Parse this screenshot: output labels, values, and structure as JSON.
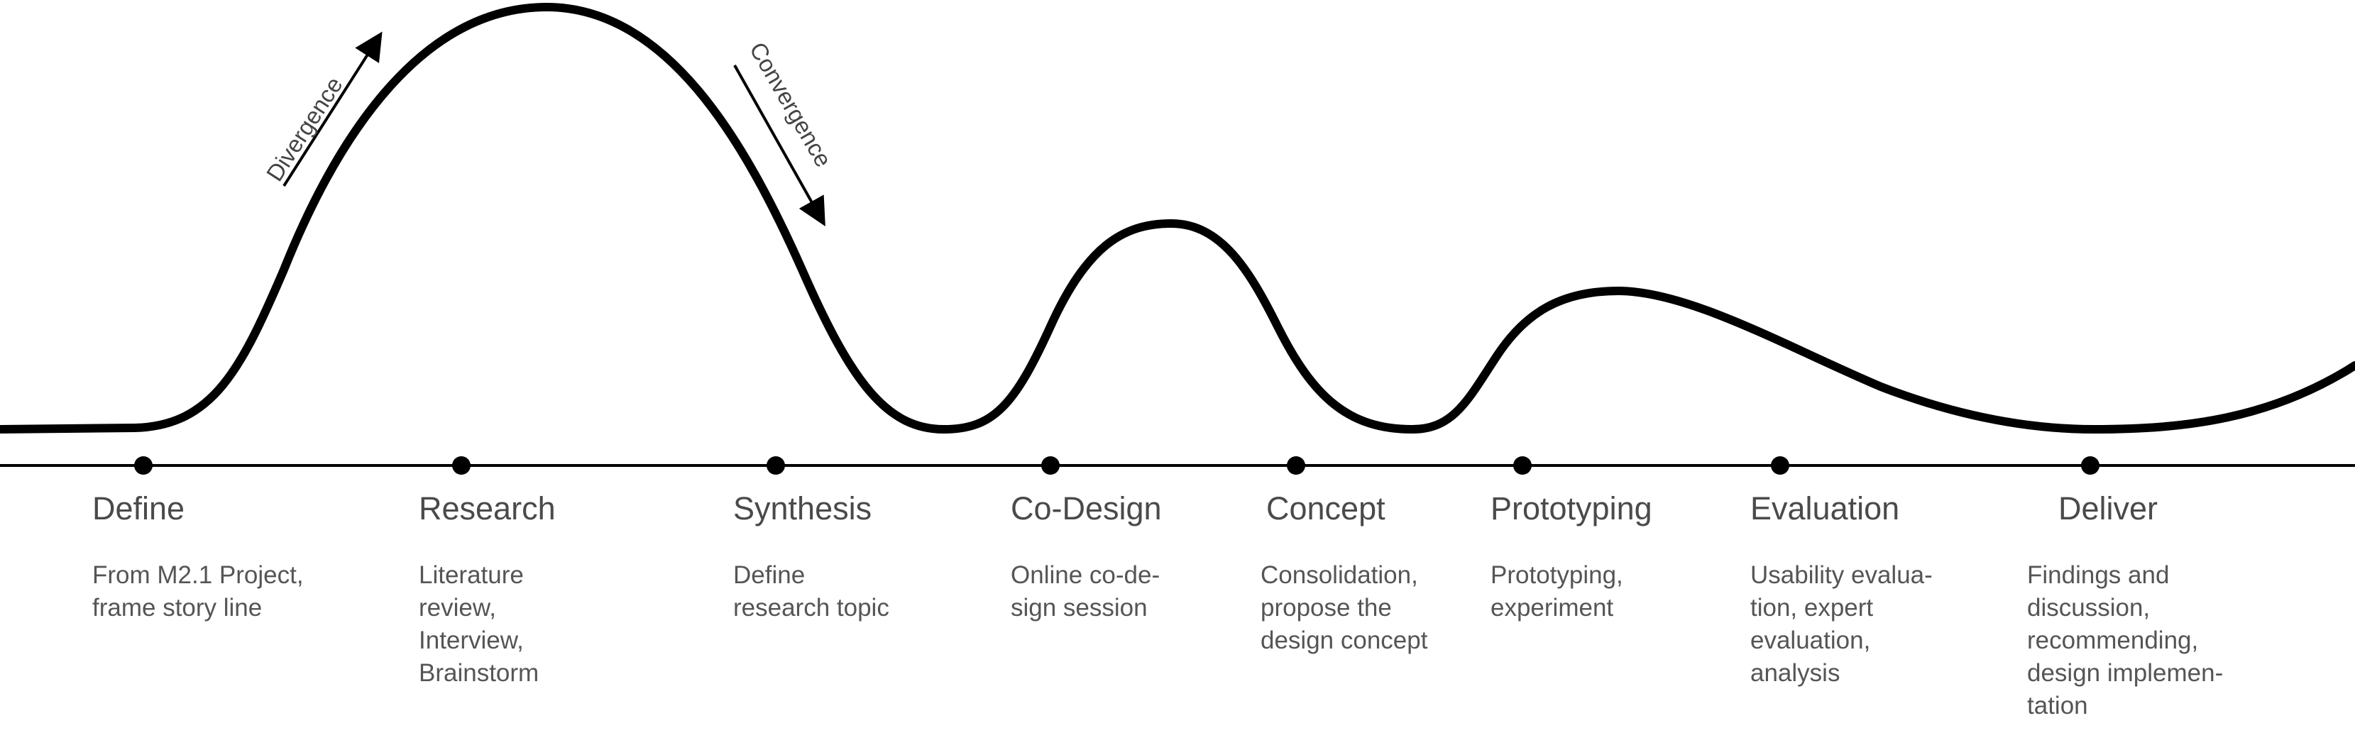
{
  "colors": {
    "curve": "#000000",
    "axis": "#000000",
    "text": "#4a4a4a"
  },
  "process_labels": {
    "divergence": "Divergence",
    "convergence": "Convergence"
  },
  "stages": [
    {
      "title": "Define",
      "desc": [
        "From M2.1 Project,",
        "frame story line"
      ]
    },
    {
      "title": "Research",
      "desc": [
        "Literature",
        "review,",
        "Interview,",
        "Brainstorm"
      ]
    },
    {
      "title": "Synthesis",
      "desc": [
        "Define",
        "research topic"
      ]
    },
    {
      "title": "Co-Design",
      "desc": [
        "Online co-de-",
        "sign session"
      ]
    },
    {
      "title": "Concept",
      "desc": [
        "Consolidation,",
        "propose the",
        "design concept"
      ]
    },
    {
      "title": "Prototyping",
      "desc": [
        "Prototyping,",
        "experiment"
      ]
    },
    {
      "title": "Evaluation",
      "desc": [
        "Usability evalua-",
        "tion, expert",
        "evaluation,",
        "analysis"
      ]
    },
    {
      "title": "Deliver",
      "desc": [
        "Findings and",
        "discussion,",
        "recommending,",
        "design implemen-",
        "tation"
      ]
    }
  ]
}
